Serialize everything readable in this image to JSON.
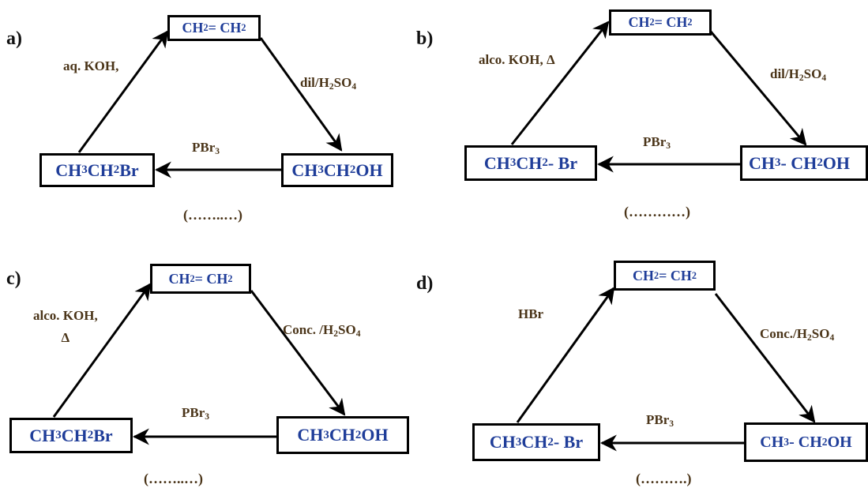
{
  "colors": {
    "formula": "#1f3d99",
    "reagent": "#4a3418",
    "stroke": "#000000"
  },
  "panels": {
    "a": {
      "label": "a)",
      "top": {
        "main": "CH",
        "sub1": "2",
        "mid": " = CH",
        "sub2": "2"
      },
      "left": {
        "p1": "CH",
        "s1": "3",
        "p2": "CH",
        "s2": "2",
        "p3": "Br"
      },
      "right": {
        "p1": "CH",
        "s1": "3",
        "p2": "CH",
        "s2": "2",
        "p3": "OH"
      },
      "reagent_left": {
        "line1": "aq. KOH,",
        "line2": ""
      },
      "reagent_right": {
        "pre": "dil/H",
        "s1": "2",
        "mid": "SO",
        "s2": "4"
      },
      "reagent_bottom": {
        "pre": "PBr",
        "s1": "3"
      },
      "answer": "(……..…)"
    },
    "b": {
      "label": "b)",
      "top": {
        "main": "CH",
        "sub1": "2",
        "mid": " = CH",
        "sub2": "2"
      },
      "left": {
        "p1": "CH",
        "s1": "3",
        "p2": "CH",
        "s2": "2",
        "p3": " - Br"
      },
      "right": {
        "p1": "CH",
        "s1": "3",
        "p2": " - CH",
        "s2": "2",
        "p3": "OH"
      },
      "reagent_left": {
        "line1": "alco. KOH, Δ",
        "line2": ""
      },
      "reagent_right": {
        "pre": "dil/H",
        "s1": "2",
        "mid": "SO",
        "s2": "4"
      },
      "reagent_bottom": {
        "pre": "PBr",
        "s1": "3"
      },
      "answer": "(…………)"
    },
    "c": {
      "label": "c)",
      "top": {
        "main": "CH",
        "sub1": "2",
        "mid": " = CH",
        "sub2": "2"
      },
      "left": {
        "p1": "CH",
        "s1": "3",
        "p2": "CH",
        "s2": "2",
        "p3": "Br"
      },
      "right": {
        "p1": "CH",
        "s1": "3",
        "p2": "CH",
        "s2": "2",
        "p3": "OH"
      },
      "reagent_left": {
        "line1": "alco. KOH,",
        "line2": "Δ"
      },
      "reagent_right": {
        "pre": "Conc. /H",
        "s1": "2",
        "mid": "SO",
        "s2": "4"
      },
      "reagent_bottom": {
        "pre": "PBr",
        "s1": "3"
      },
      "answer": "(……..…)"
    },
    "d": {
      "label": "d)",
      "top": {
        "main": "CH",
        "sub1": "2",
        "mid": " = CH",
        "sub2": "2"
      },
      "left": {
        "p1": "CH",
        "s1": "3",
        "p2": "CH",
        "s2": "2",
        "p3": " - Br"
      },
      "right": {
        "p1": "CH",
        "s1": "3",
        "p2": " - CH",
        "s2": "2",
        "p3": "OH"
      },
      "reagent_left": {
        "line1": "HBr",
        "line2": ""
      },
      "reagent_right": {
        "pre": "Conc./H",
        "s1": "2",
        "mid": "SO",
        "s2": "4"
      },
      "reagent_bottom": {
        "pre": "PBr",
        "s1": "3"
      },
      "answer": "(……….)"
    }
  }
}
